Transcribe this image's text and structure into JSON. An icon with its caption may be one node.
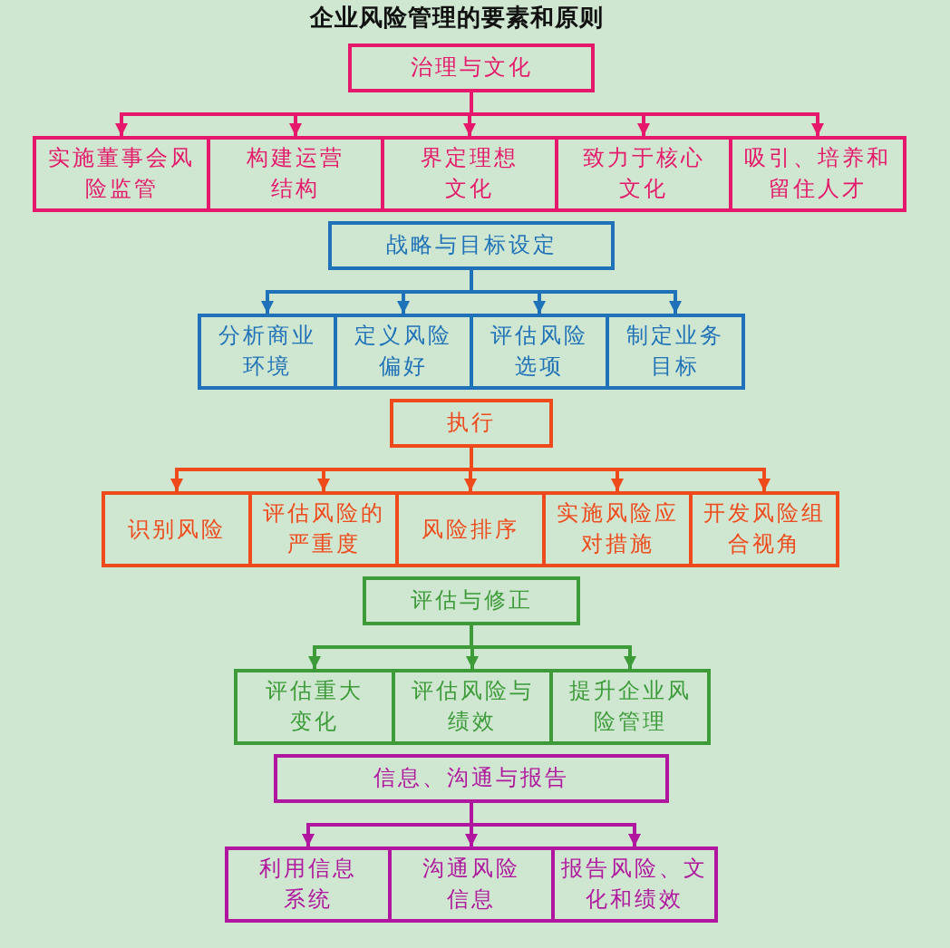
{
  "diagram": {
    "title": "企业风险管理的要素和原则",
    "nodes": [
      {
        "text": [
          "治理与文化"
        ]
      },
      {
        "text": [
          "实施董事会风险监管"
        ]
      },
      {
        "text": [
          "构建运营结构"
        ]
      },
      {
        "text": [
          "界定理想文化"
        ]
      },
      {
        "text": [
          "致力于核心文化"
        ]
      },
      {
        "text": [
          "吸引、培养和留住人才"
        ]
      },
      {
        "text": [
          "战略与目标设定"
        ]
      },
      {
        "text": [
          "分析商业环境"
        ]
      },
      {
        "text": [
          "定义风险偏好"
        ]
      },
      {
        "text": [
          "评估风险选项"
        ]
      },
      {
        "text": [
          "制定业务目标"
        ]
      },
      {
        "text": [
          "执行"
        ]
      },
      {
        "text": [
          "识别风险"
        ]
      },
      {
        "text": [
          "评估风险的严重度"
        ]
      },
      {
        "text": [
          "风险排序"
        ]
      },
      {
        "text": [
          "实施风险应对措施"
        ]
      },
      {
        "text": [
          "开发风险组合视角"
        ]
      },
      {
        "text": [
          "评估与修正"
        ]
      },
      {
        "text": [
          "评估重大变化"
        ]
      },
      {
        "text": [
          "评估风险与绩效"
        ]
      },
      {
        "text": [
          "提升企业风险管理"
        ]
      },
      {
        "text": [
          "信息、沟通与报告"
        ]
      },
      {
        "text": [
          "利用信息系统"
        ]
      },
      {
        "text": [
          "沟通风险信息"
        ]
      },
      {
        "text": [
          "报告风险、文化和绩效"
        ]
      }
    ],
    "edges": [
      {
        "from": 0,
        "to": 1,
        "arrow": "to",
        "color": "#e6186b"
      },
      {
        "from": 0,
        "to": 2,
        "arrow": "to",
        "color": "#e6186b"
      },
      {
        "from": 0,
        "to": 3,
        "arrow": "to",
        "color": "#e6186b"
      },
      {
        "from": 0,
        "to": 4,
        "arrow": "to",
        "color": "#e6186b"
      },
      {
        "from": 0,
        "to": 5,
        "arrow": "to",
        "color": "#e6186b"
      },
      {
        "from": 6,
        "to": 7,
        "arrow": "to",
        "color": "#1f72b8"
      },
      {
        "from": 6,
        "to": 8,
        "arrow": "to",
        "color": "#1f72b8"
      },
      {
        "from": 6,
        "to": 9,
        "arrow": "to",
        "color": "#1f72b8"
      },
      {
        "from": 6,
        "to": 10,
        "arrow": "to",
        "color": "#1f72b8"
      },
      {
        "from": 11,
        "to": 12,
        "arrow": "to",
        "color": "#ef4a1c"
      },
      {
        "from": 11,
        "to": 13,
        "arrow": "to",
        "color": "#ef4a1c"
      },
      {
        "from": 11,
        "to": 14,
        "arrow": "to",
        "color": "#ef4a1c"
      },
      {
        "from": 11,
        "to": 15,
        "arrow": "to",
        "color": "#ef4a1c"
      },
      {
        "from": 11,
        "to": 16,
        "arrow": "to",
        "color": "#ef4a1c"
      },
      {
        "from": 17,
        "to": 18,
        "arrow": "to",
        "color": "#3d9b3a"
      },
      {
        "from": 17,
        "to": 19,
        "arrow": "to",
        "color": "#3d9b3a"
      },
      {
        "from": 17,
        "to": 20,
        "arrow": "to",
        "color": "#3d9b3a"
      },
      {
        "from": 21,
        "to": 22,
        "arrow": "to",
        "color": "#b0169e"
      },
      {
        "from": 21,
        "to": 23,
        "arrow": "to",
        "color": "#b0169e"
      },
      {
        "from": 21,
        "to": 24,
        "arrow": "to",
        "color": "#b0169e"
      }
    ]
  }
}
